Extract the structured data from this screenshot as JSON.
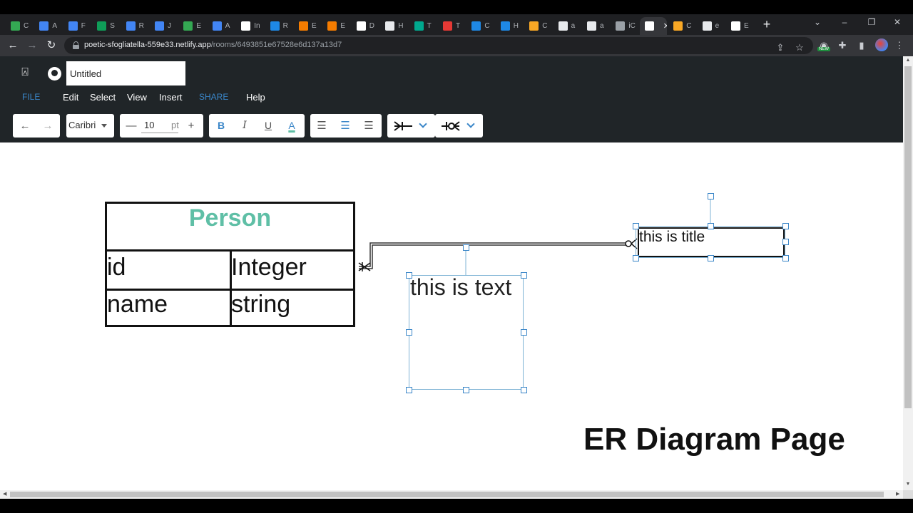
{
  "browser": {
    "tabs": [
      {
        "label": "C",
        "color": "#34a853"
      },
      {
        "label": "A",
        "color": "#4285f4"
      },
      {
        "label": "F",
        "color": "#4285f4"
      },
      {
        "label": "S",
        "color": "#0f9d58"
      },
      {
        "label": "R",
        "color": "#4285f4"
      },
      {
        "label": "J",
        "color": "#4285f4"
      },
      {
        "label": "E",
        "color": "#34a853"
      },
      {
        "label": "A",
        "color": "#4285f4"
      },
      {
        "label": "In",
        "color": "#ffffff"
      },
      {
        "label": "R",
        "color": "#1e88e5"
      },
      {
        "label": "E",
        "color": "#f57c00"
      },
      {
        "label": "E",
        "color": "#f57c00"
      },
      {
        "label": "D",
        "color": "#ffffff"
      },
      {
        "label": "H",
        "color": "#e8eaed"
      },
      {
        "label": "T",
        "color": "#00a88e"
      },
      {
        "label": "T",
        "color": "#e53935"
      },
      {
        "label": "C",
        "color": "#1e88e5"
      },
      {
        "label": "H",
        "color": "#1e88e5"
      },
      {
        "label": "C",
        "color": "#f9a825"
      },
      {
        "label": "a",
        "color": "#e8eaed"
      },
      {
        "label": "a",
        "color": "#e8eaed"
      },
      {
        "label": "iC",
        "color": "#9aa0a6"
      },
      {
        "label": "",
        "color": "#ffffff",
        "active": true
      },
      {
        "label": "C",
        "color": "#f9a825"
      },
      {
        "label": "e",
        "color": "#e8eaed"
      },
      {
        "label": "E",
        "color": "#ffffff"
      }
    ],
    "url_host": "poetic-sfogliatella-559e33.netlify.app",
    "url_path": "/rooms/6493851e67528e6d137a13d7",
    "new_badge": "NEW"
  },
  "app": {
    "title_value": "Untitled",
    "menu": {
      "file": "FILE",
      "edit": "Edit",
      "select": "Select",
      "view": "View",
      "insert": "Insert",
      "share": "SHARE",
      "help": "Help"
    },
    "toolbar": {
      "font": "Caribri",
      "font_size": "10",
      "unit": "pt"
    }
  },
  "canvas": {
    "entity": {
      "name": "Person",
      "rows": [
        {
          "field": "id",
          "type": "Integer"
        },
        {
          "field": "name",
          "type": "string"
        }
      ]
    },
    "textbox": "this is text",
    "titlebox": "this is title"
  },
  "overlay": {
    "caption": "ER Diagram Page"
  }
}
